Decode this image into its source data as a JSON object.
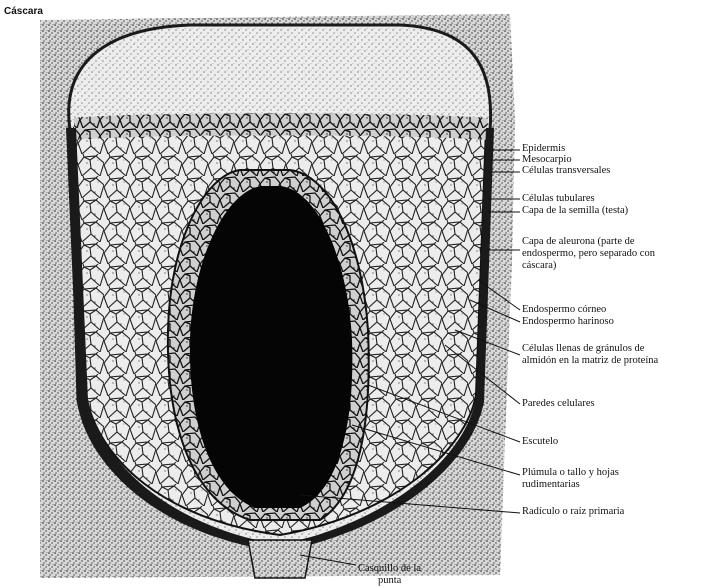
{
  "labels": {
    "hull": "Cáscara",
    "epidermis": "Epidermis",
    "mesocarp": "Mesocarpio",
    "cross_cells": "Células transversales",
    "tube_cells": "Células tubulares",
    "seed_coat": "Capa de la semilla (testa)",
    "aleurone_1": "Capa de aleurona (parte de",
    "aleurone_2": "endospermo, pero separado con",
    "aleurone_3": "cáscara)",
    "horny_endosperm": "Endospermo córneo",
    "floury_endosperm": "Endospermo harinoso",
    "starch_cells_1": "Células llenas de gránulos de",
    "starch_cells_2": "almidón en la matriz de proteína",
    "cell_walls": "Paredes celulares",
    "scutellum": "Escutelo",
    "plumule_1": "Plúmula o tallo y hojas",
    "plumule_2": "rudimentarias",
    "radicle": "Radículo o raíz primaria",
    "tip_cap_1": "Casquillo  de la",
    "tip_cap_2": "punta"
  },
  "colors": {
    "outline": "#1a1a1a",
    "stipple_dark": "#2b2b2b",
    "germ": "#050505",
    "background": "#ffffff"
  }
}
